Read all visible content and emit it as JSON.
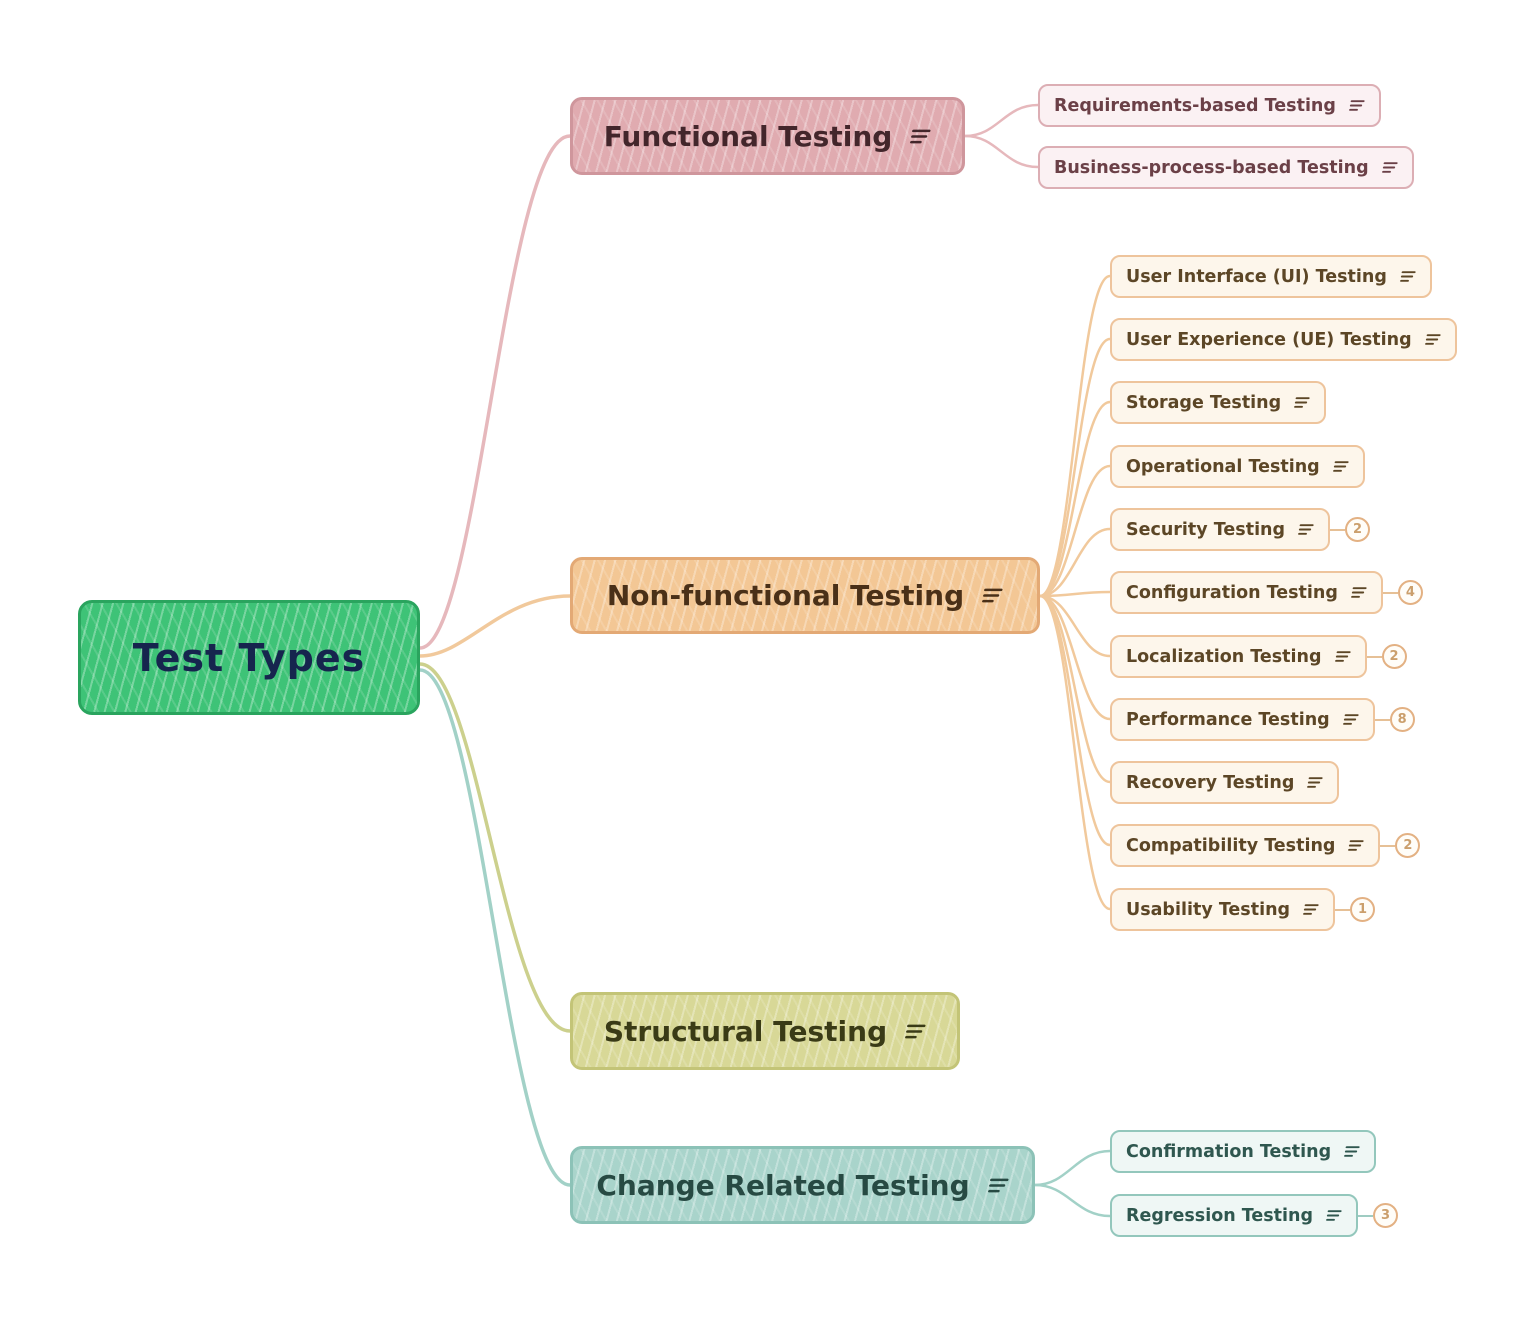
{
  "map": {
    "root": {
      "label": "Test Types"
    },
    "branches": [
      {
        "label": "Functional Testing",
        "children": [
          {
            "label": "Requirements-based Testing"
          },
          {
            "label": "Business-process-based Testing"
          }
        ]
      },
      {
        "label": "Non-functional Testing",
        "children": [
          {
            "label": "User Interface (UI) Testing"
          },
          {
            "label": "User Experience (UE) Testing"
          },
          {
            "label": "Storage Testing"
          },
          {
            "label": "Operational Testing"
          },
          {
            "label": "Security Testing",
            "badge": "2"
          },
          {
            "label": "Configuration Testing",
            "badge": "4"
          },
          {
            "label": "Localization Testing",
            "badge": "2"
          },
          {
            "label": "Performance Testing",
            "badge": "8"
          },
          {
            "label": "Recovery Testing"
          },
          {
            "label": "Compatibility Testing",
            "badge": "2"
          },
          {
            "label": "Usability Testing",
            "badge": "1"
          }
        ]
      },
      {
        "label": "Structural Testing",
        "children": []
      },
      {
        "label": "Change Related Testing",
        "children": [
          {
            "label": "Confirmation Testing"
          },
          {
            "label": "Regression Testing",
            "badge": "3"
          }
        ]
      }
    ],
    "palette": {
      "root_fill": "#3ec377",
      "functional_fill": "#e0abb0",
      "non_functional_fill": "#f3c795",
      "structural_fill": "#d8d897",
      "change_related_fill": "#a9d4cb",
      "badge_border": "#e3b183"
    },
    "icons": {
      "notes": "notes-icon",
      "badge_meaning": "collapsed-children-count"
    }
  }
}
